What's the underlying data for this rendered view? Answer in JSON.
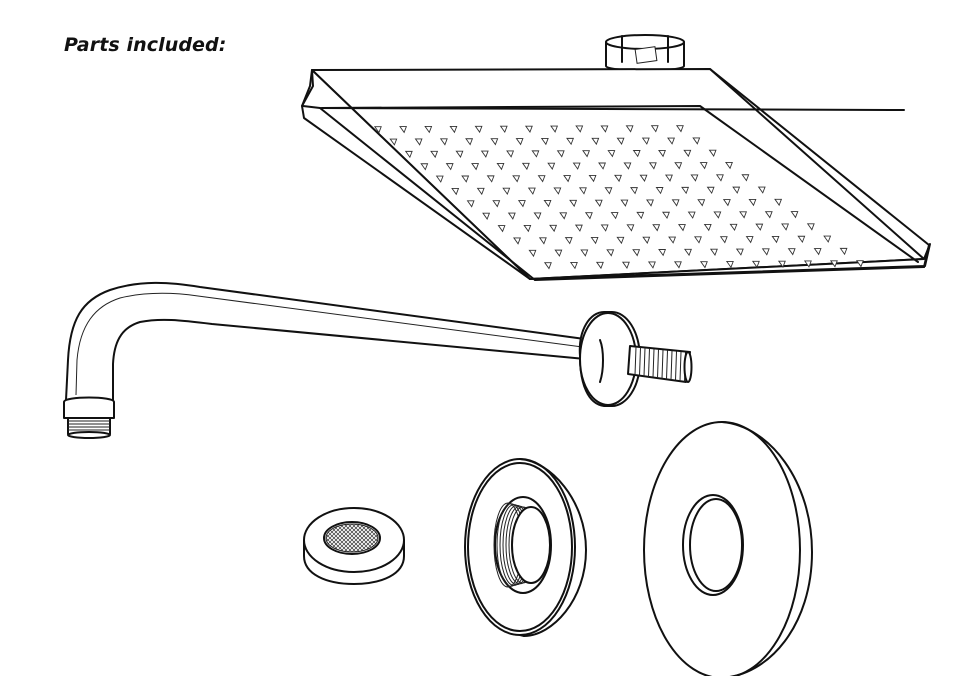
{
  "heading": {
    "text": "Parts included:"
  },
  "parts": [
    {
      "id": "shower-head",
      "icon": "square-rain-shower-head-icon"
    },
    {
      "id": "shower-arm",
      "icon": "curved-shower-arm-icon"
    },
    {
      "id": "filter-washer",
      "icon": "mesh-filter-washer-icon"
    },
    {
      "id": "threaded-adapter",
      "icon": "threaded-flange-adapter-icon"
    },
    {
      "id": "escutcheon-flange",
      "icon": "wall-flange-plate-icon"
    }
  ],
  "colors": {
    "line": "#111111",
    "background": "#ffffff"
  }
}
